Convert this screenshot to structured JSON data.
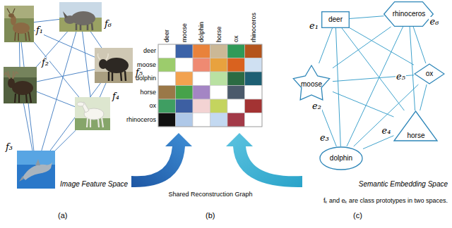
{
  "diagram": {
    "nodes": [
      {
        "text": [
          "f₁"
        ]
      },
      {
        "text": [
          "f₂"
        ]
      },
      {
        "text": [
          "f₃"
        ]
      },
      {
        "text": [
          "f₄"
        ]
      },
      {
        "text": [
          "f₅"
        ]
      },
      {
        "text": [
          "f₆"
        ]
      },
      {
        "text": [
          "e₁",
          "deer"
        ]
      },
      {
        "text": [
          "e₂",
          "moose"
        ]
      },
      {
        "text": [
          "e₃",
          "dolphin"
        ]
      },
      {
        "text": [
          "e₄",
          "horse"
        ]
      },
      {
        "text": [
          "e₅",
          "ox"
        ]
      },
      {
        "text": [
          "e₆",
          "rhinoceros"
        ]
      }
    ],
    "edges": [
      {
        "from": 0,
        "to": 1,
        "arrow": "none"
      },
      {
        "from": 0,
        "to": 2,
        "arrow": "none"
      },
      {
        "from": 0,
        "to": 3,
        "arrow": "none"
      },
      {
        "from": 0,
        "to": 4,
        "arrow": "none"
      },
      {
        "from": 0,
        "to": 5,
        "arrow": "none"
      },
      {
        "from": 1,
        "to": 2,
        "arrow": "none"
      },
      {
        "from": 1,
        "to": 3,
        "arrow": "none"
      },
      {
        "from": 1,
        "to": 4,
        "arrow": "none"
      },
      {
        "from": 1,
        "to": 5,
        "arrow": "none"
      },
      {
        "from": 2,
        "to": 3,
        "arrow": "none"
      },
      {
        "from": 2,
        "to": 4,
        "arrow": "none"
      },
      {
        "from": 2,
        "to": 5,
        "arrow": "none"
      },
      {
        "from": 3,
        "to": 4,
        "arrow": "none"
      },
      {
        "from": 3,
        "to": 5,
        "arrow": "none"
      },
      {
        "from": 4,
        "to": 5,
        "arrow": "none"
      },
      {
        "from": 6,
        "to": 7,
        "arrow": "none"
      },
      {
        "from": 6,
        "to": 8,
        "arrow": "none"
      },
      {
        "from": 6,
        "to": 9,
        "arrow": "none"
      },
      {
        "from": 6,
        "to": 10,
        "arrow": "none"
      },
      {
        "from": 6,
        "to": 11,
        "arrow": "none"
      },
      {
        "from": 7,
        "to": 8,
        "arrow": "none"
      },
      {
        "from": 7,
        "to": 9,
        "arrow": "none"
      },
      {
        "from": 7,
        "to": 10,
        "arrow": "none"
      },
      {
        "from": 7,
        "to": 11,
        "arrow": "none"
      },
      {
        "from": 8,
        "to": 9,
        "arrow": "none"
      },
      {
        "from": 8,
        "to": 10,
        "arrow": "none"
      },
      {
        "from": 8,
        "to": 11,
        "arrow": "none"
      },
      {
        "from": 9,
        "to": 10,
        "arrow": "none"
      },
      {
        "from": 9,
        "to": 11,
        "arrow": "none"
      },
      {
        "from": 10,
        "to": 11,
        "arrow": "none"
      }
    ],
    "labels": [
      "deer",
      "moose",
      "dolphin",
      "horse",
      "ox",
      "rhinoceros",
      "deer",
      "moose",
      "dolphin",
      "horse",
      "ox",
      "rhinoceros",
      "Image Feature Space",
      "(a)",
      "Shared Reconstruction Graph",
      "(b)",
      "Semantic Embedding Space",
      "fₖ and eₖ are class prototypes in two spaces.",
      "(c)"
    ]
  }
}
